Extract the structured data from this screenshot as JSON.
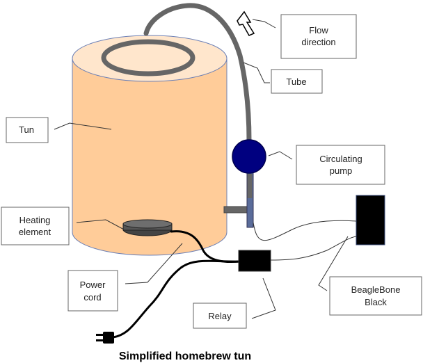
{
  "caption": "Simplified homebrew tun",
  "labels": {
    "flow_direction": [
      "Flow",
      "direction"
    ],
    "tube": "Tube",
    "tun": "Tun",
    "circulating_pump": [
      "Circulating",
      "pump"
    ],
    "heating_element": [
      "Heating",
      "element"
    ],
    "beaglebone": [
      "BeagleBone",
      "Black"
    ],
    "power_cord": [
      "Power",
      "cord"
    ],
    "relay": "Relay"
  },
  "colors": {
    "tun_fill": "#FFCC99",
    "tun_top": "#FFE6CC",
    "tun_outline": "#6B7FB5",
    "tube": "#666666",
    "pump": "#000080",
    "device": "#000000"
  }
}
